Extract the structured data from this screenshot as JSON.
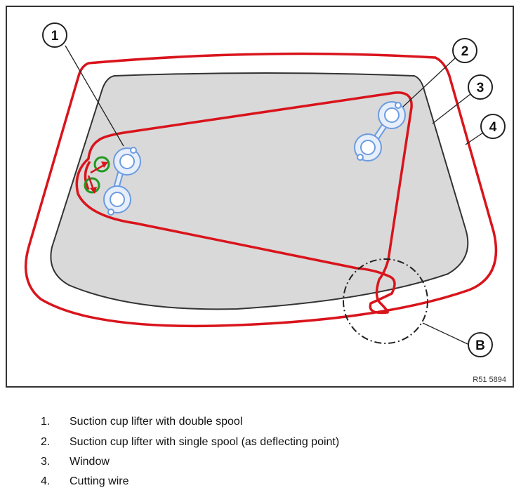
{
  "figure": {
    "reference": "R51 5894",
    "callouts": [
      {
        "id": "1",
        "label": "1"
      },
      {
        "id": "2",
        "label": "2"
      },
      {
        "id": "3",
        "label": "3"
      },
      {
        "id": "4",
        "label": "4"
      },
      {
        "id": "B",
        "label": "B"
      }
    ],
    "colors": {
      "wire": "#d9141c",
      "window_fill": "#d9d9d9",
      "window_outline": "#333333",
      "suction_cup": "#6c9be0",
      "marker": "#1f9a1f",
      "frame": "#333333"
    }
  },
  "legend": [
    {
      "number": "1.",
      "text": "Suction cup lifter with double spool"
    },
    {
      "number": "2.",
      "text": "Suction cup lifter with single spool (as deflecting point)"
    },
    {
      "number": "3.",
      "text": "Window"
    },
    {
      "number": "4.",
      "text": "Cutting wire"
    }
  ]
}
